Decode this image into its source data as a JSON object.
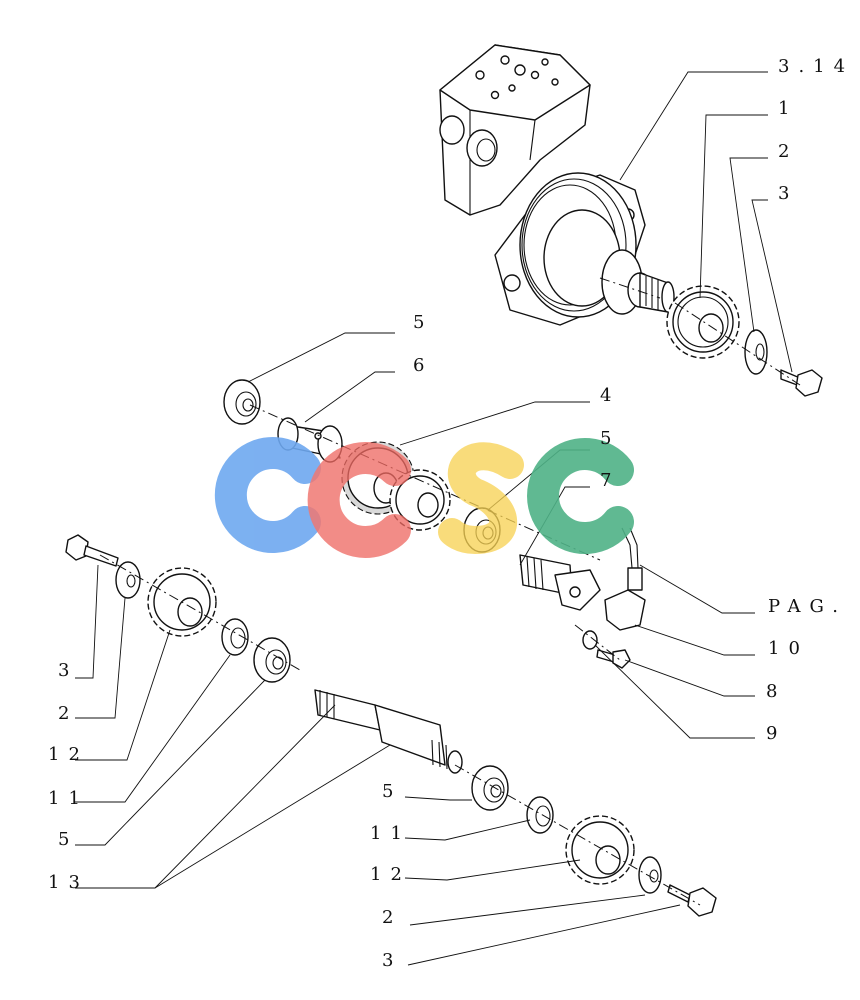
{
  "labels": {
    "ref_3_14": "3.14",
    "top_1": "1",
    "top_2": "2",
    "top_3": "3",
    "mid_5a": "5",
    "mid_6": "6",
    "mid_4": "4",
    "mid_5b": "5",
    "mid_7": "7",
    "pag": "PAG.",
    "r_10": "10",
    "r_8": "8",
    "r_9": "9",
    "l_3": "3",
    "l_2": "2",
    "l_12": "12",
    "l_11": "11",
    "l_5": "5",
    "l_13": "13",
    "b_5": "5",
    "b_11": "11",
    "b_12": "12",
    "b_2": "2",
    "b_3": "3"
  },
  "watermark": {
    "colors": [
      "#6ea8f0",
      "#ee6a63",
      "#f7d154",
      "#4fb287"
    ]
  }
}
